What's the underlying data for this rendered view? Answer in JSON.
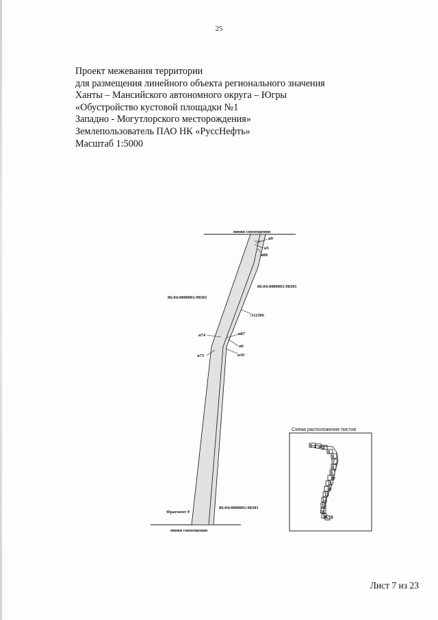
{
  "page_number": "25",
  "title_lines": [
    "Проект межевания территории",
    "для размещения линейного объекта регионального значения",
    "Ханты – Мансийского автономного округа – Югры",
    "«Обустройство кустовой площадки №1",
    "Западно - Могутлорского месторождения»",
    "Землепользователь ПАО НК «РуссНефть»",
    "Масштаб 1:5000"
  ],
  "map": {
    "match_line_top": "линия совмещения",
    "match_line_bottom": "линия совмещения",
    "points": {
      "n9": "н9",
      "n5": "н5",
      "n88": "н88",
      "n87": "н87",
      "n74": "н74",
      "n6": "н6",
      "n73": "н73",
      "n10": "н10"
    },
    "parcel_left": "86:04:0000001:98301",
    "parcel_right": "86:04:0000001:98301",
    "parcel_bottom": "86:04:0000001:98301",
    "parcel_strip": ":112306",
    "fragment": "Фрагмент 9"
  },
  "scheme": {
    "title": "Схема расположения листов",
    "sheet_numbers": [
      "1",
      "2",
      "3",
      "4",
      "5",
      "6",
      "7",
      "8",
      "9",
      "10",
      "11",
      "12",
      "13",
      "14",
      "15",
      "16",
      "17",
      "18"
    ]
  },
  "sheet_label": "Лист 7 из 23"
}
